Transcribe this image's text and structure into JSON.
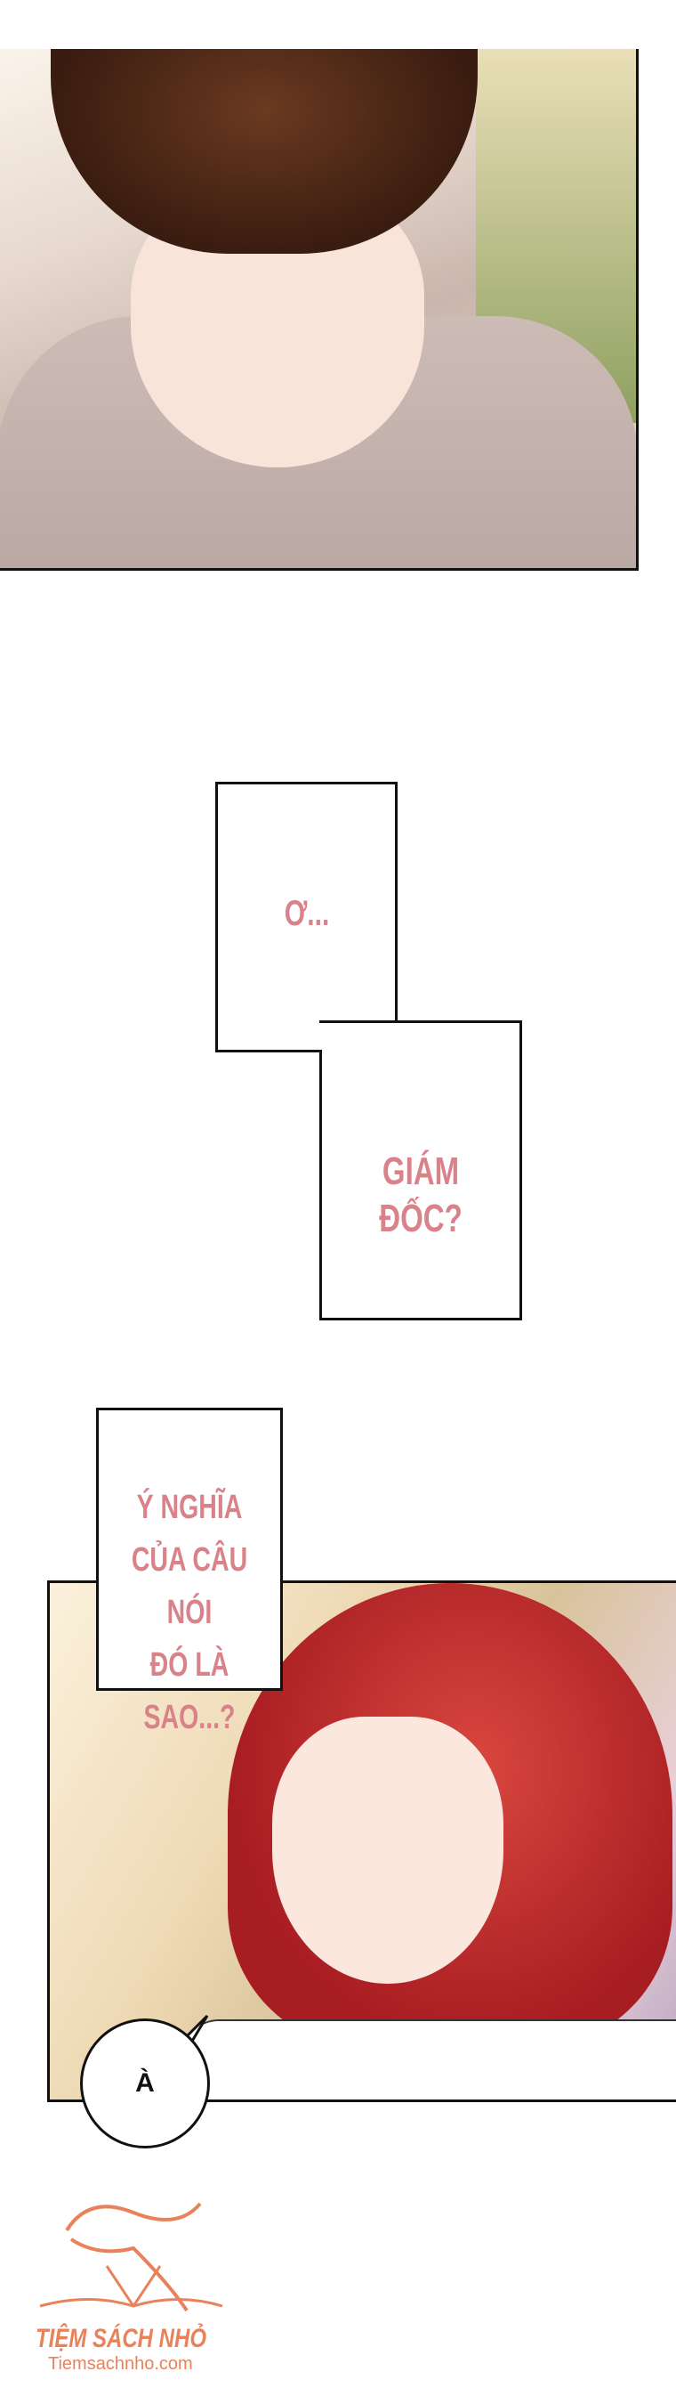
{
  "panels": [
    {
      "caption": "Ơ..."
    },
    {
      "caption": "GIÁM ĐỐC?"
    },
    {
      "caption_lines": [
        "Ý NGHĨA",
        "CỦA CÂU NÓI",
        "ĐÓ LÀ SAO...?"
      ]
    },
    {
      "speech": "À"
    }
  ],
  "watermark": {
    "name": "TIỆM SÁCH NHỎ",
    "url": "Tiemsachnho.com"
  },
  "colors": {
    "caption_text": "#d9828a",
    "watermark": "#e9825a"
  }
}
